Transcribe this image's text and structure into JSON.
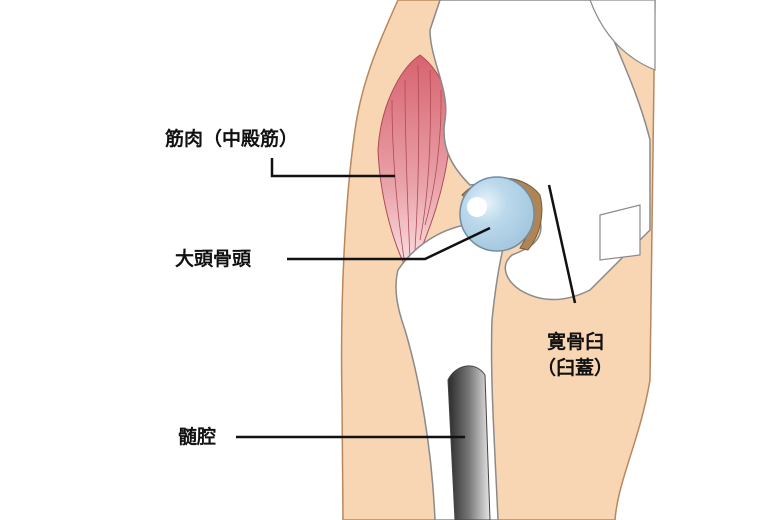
{
  "labels": {
    "muscle": "筋肉（中殿筋）",
    "femoral_head": "大頭骨頭",
    "acetabulum_line1": "寛骨臼",
    "acetabulum_line2": "（臼蓋）",
    "medullary_cavity": "髄腔"
  },
  "colors": {
    "skin": "#f8d6b4",
    "bone": "#ffffff",
    "bone_outline": "#8a8a8a",
    "femoral_head": "#bcd9ec",
    "acetabulum_rim": "#b08556",
    "muscle": "#d9707a",
    "cavity": "#3a3a3a"
  }
}
